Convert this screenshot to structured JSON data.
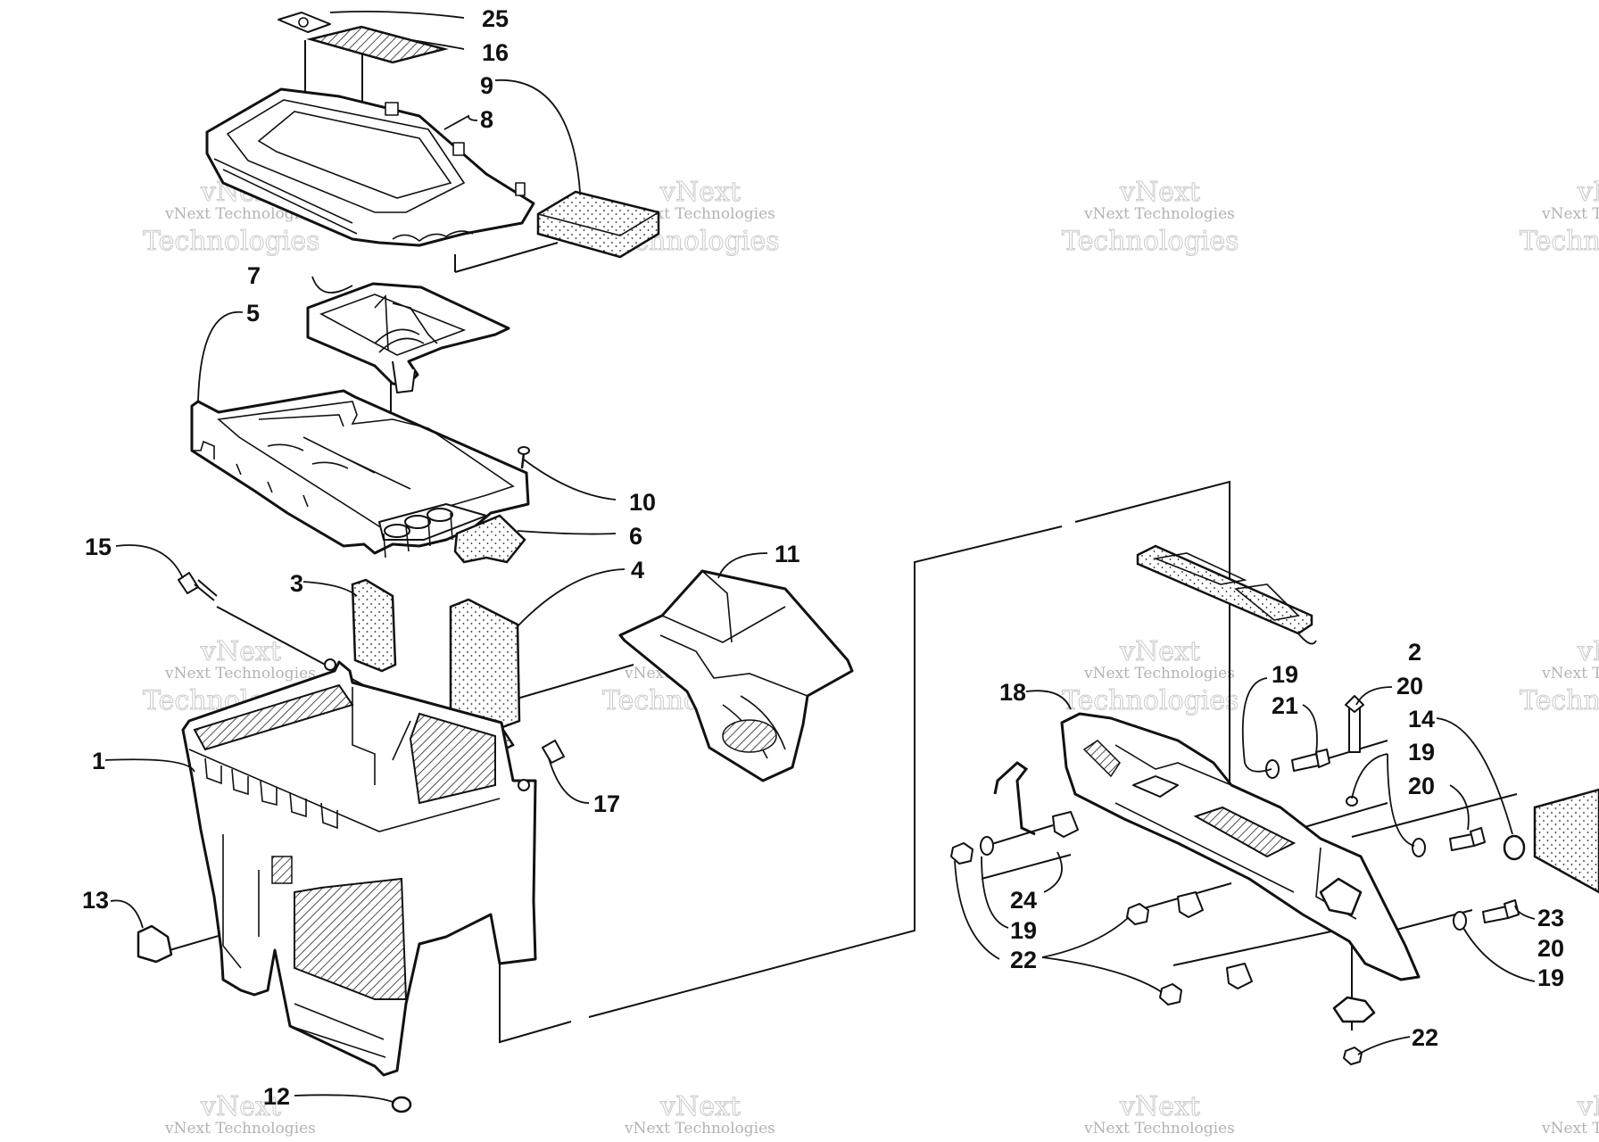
{
  "watermark": {
    "line1": "vNext Technologies",
    "line2": "vNext",
    "line3": "Technologies"
  },
  "callouts": {
    "c1": "1",
    "c2": "2",
    "c3": "3",
    "c4": "4",
    "c5": "5",
    "c6": "6",
    "c7": "7",
    "c8": "8",
    "c9": "9",
    "c10": "10",
    "c11": "11",
    "c12": "12",
    "c13": "13",
    "c14": "14",
    "c15": "15",
    "c16": "16",
    "c17": "17",
    "c18": "18",
    "c19": "19",
    "c20": "20",
    "c21": "21",
    "c22": "22",
    "c23": "23",
    "c24": "24",
    "c25": "25"
  }
}
